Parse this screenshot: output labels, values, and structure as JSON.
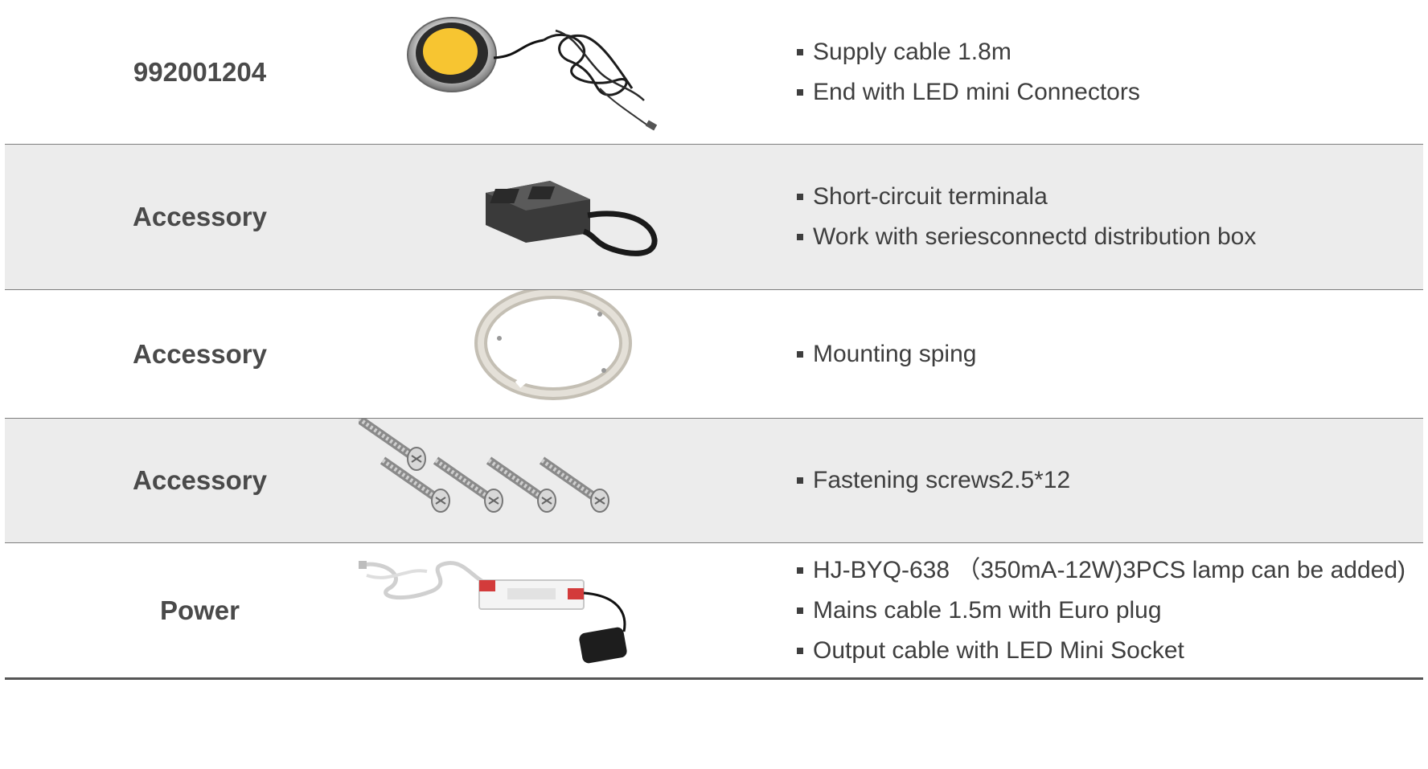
{
  "rows": [
    {
      "label": "992001204",
      "image_icon": "led-puck-light-with-cable",
      "bullets": [
        "Supply  cable 1.8m",
        "End with LED mini Connectors"
      ]
    },
    {
      "label": "Accessory",
      "image_icon": "short-circuit-terminal",
      "bullets": [
        "Short-circuit terminala",
        "Work with seriesconnectd distribution box"
      ]
    },
    {
      "label": "Accessory",
      "image_icon": "mounting-spring-ring",
      "bullets": [
        "Mounting sping"
      ]
    },
    {
      "label": "Accessory",
      "image_icon": "fastening-screws",
      "bullets": [
        "Fastening screws2.5*12"
      ]
    },
    {
      "label": "Power",
      "image_icon": "power-driver-with-cables",
      "bullets": [
        "HJ-BYQ-638 （350mA-12W)3PCS lamp  can be added)",
        "Mains cable 1.5m with Euro plug",
        "Output cable with LED Mini Socket"
      ]
    }
  ],
  "colors": {
    "shaded_row": "#ececec",
    "text": "#3e3e3e",
    "label": "#4a4a4a",
    "lamp_yellow": "#f7c531"
  }
}
